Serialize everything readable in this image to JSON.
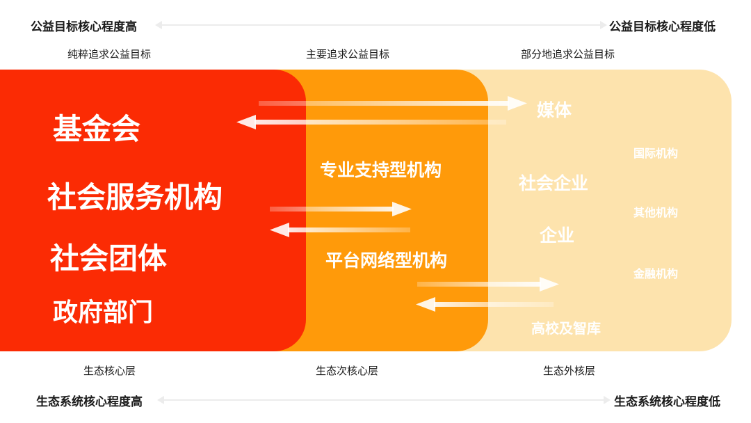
{
  "axis": {
    "top_left": "公益目标核心程度高",
    "top_right": "公益目标核心程度低",
    "bottom_left": "生态系统核心程度高",
    "bottom_right": "生态系统核心程度低"
  },
  "goals": [
    "纯粹追求公益目标",
    "主要追求公益目标",
    "部分地追求公益目标"
  ],
  "layers": [
    "生态核心层",
    "生态次核心层",
    "生态外核层"
  ],
  "core_orgs": [
    "基金会",
    "社会服务机构",
    "社会团体",
    "政府部门"
  ],
  "mid_orgs": [
    "专业支持型机构",
    "平台网络型机构"
  ],
  "outer_orgs": [
    "媒体",
    "社会企业",
    "企业",
    "高校及智库"
  ],
  "outer_small_orgs": [
    "国际机构",
    "其他机构",
    "金融机构"
  ],
  "colors": {
    "core": "#fb2b04",
    "mid": "#ff9a0a",
    "outer": "#fde3ad",
    "arrow": "#ffffff"
  }
}
